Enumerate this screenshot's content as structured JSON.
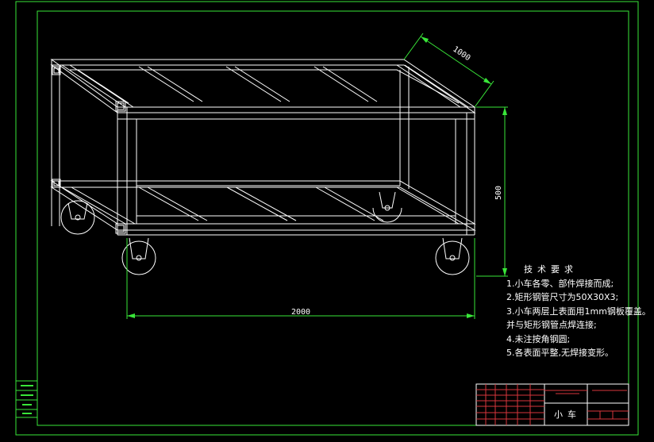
{
  "drawing": {
    "colors": {
      "background": "#000000",
      "geometry": "#ffffff",
      "frame": "#39e639",
      "dimension": "#39e639",
      "titleblock": "#d9363c"
    }
  },
  "dimensions": {
    "width": "1000",
    "height": "500",
    "length": "2000"
  },
  "technical_requirements": {
    "title": "技术要求",
    "items": [
      "1.小车各零、部件焊接而成;",
      "2.矩形钢管尺寸为50X30X3;",
      "3.小车两层上表面用1mm钢板覆盖。",
      "并与矩形钢管点焊连接;",
      "4.未注按角钢圆;",
      "5.各表面平整,无焊接变形。"
    ]
  },
  "title_block": {
    "part_name": "小车"
  }
}
